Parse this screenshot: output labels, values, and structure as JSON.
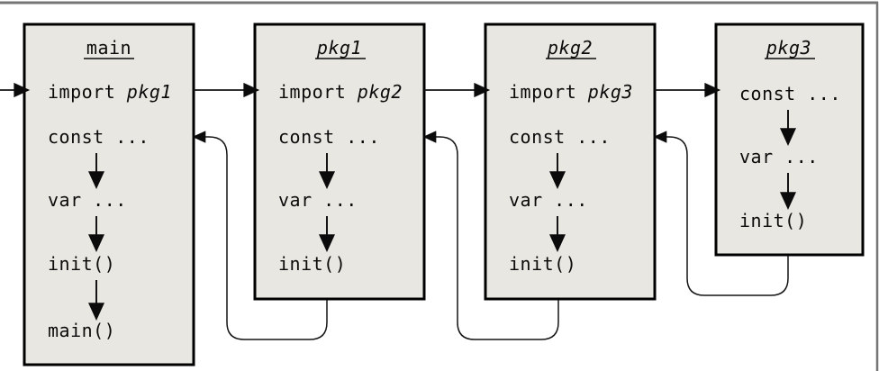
{
  "diagram": {
    "description_colors": {
      "box_fill": "#e9e7e1",
      "box_border": "#000000",
      "line": "#141414",
      "frame": "#757575",
      "text": "#0b0b0b"
    }
  },
  "boxes": [
    {
      "title": "main",
      "lines": [
        {
          "kw": "import ",
          "arg": "pkg1"
        },
        {
          "kw": "const ..."
        },
        {
          "kw": "var ..."
        },
        {
          "kw": "init()"
        },
        {
          "kw": "main()"
        }
      ]
    },
    {
      "title": "pkg1",
      "lines": [
        {
          "kw": "import ",
          "arg": "pkg2"
        },
        {
          "kw": "const ..."
        },
        {
          "kw": "var ..."
        },
        {
          "kw": "init()"
        }
      ]
    },
    {
      "title": "pkg2",
      "lines": [
        {
          "kw": "import ",
          "arg": "pkg3"
        },
        {
          "kw": "const ..."
        },
        {
          "kw": "var ..."
        },
        {
          "kw": "init()"
        }
      ]
    },
    {
      "title": "pkg3",
      "lines": [
        {
          "kw": "const ..."
        },
        {
          "kw": "var ..."
        },
        {
          "kw": "init()"
        }
      ]
    }
  ]
}
